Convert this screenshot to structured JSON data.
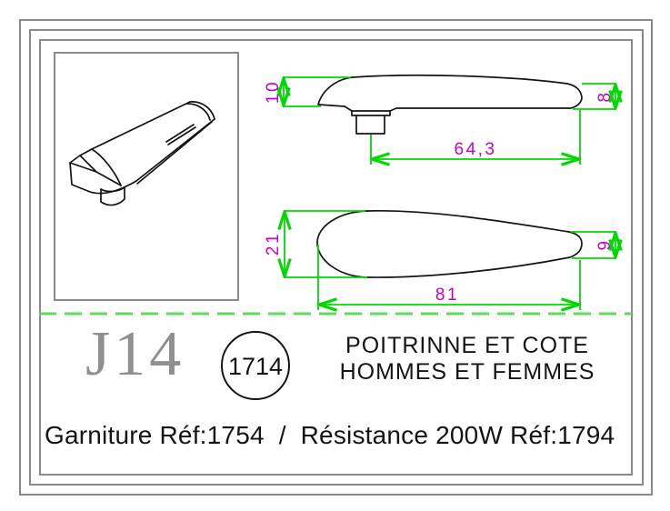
{
  "colors": {
    "frame_gray": "#8a8a8a",
    "drawing_line": "#141414",
    "dimension_green": "#00d900",
    "dimension_text_magenta": "#c800c8",
    "separator_green": "#5ddb5d",
    "code_gray": "#909090"
  },
  "drawing": {
    "side_view": {
      "height_left": "10",
      "height_right": "8",
      "length": "64,3"
    },
    "top_view": {
      "width_left": "21",
      "width_right": "9",
      "length": "81"
    }
  },
  "title_block": {
    "code": "J14",
    "part_number": "1714",
    "designation_line1": "POITRINNE ET COTE",
    "designation_line2": "HOMMES ET FEMMES",
    "footer": "Garniture Réf:1754  /  Résistance 200W Réf:1794"
  }
}
